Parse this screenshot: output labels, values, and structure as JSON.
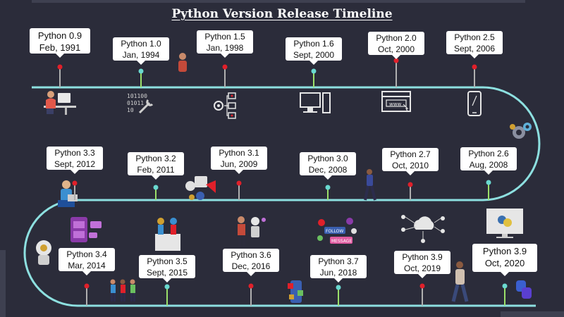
{
  "title": "Python Version Release Timeline",
  "colors": {
    "background": "#2b2c3a",
    "track": "#8de0e0",
    "marker_red": "#e0202a",
    "marker_teal": "#6ad9d0",
    "stem_green": "#9be06a",
    "stem_grey": "#b0b0b0"
  },
  "releases": [
    {
      "version": "Python 0.9",
      "date": "Feb, 1991",
      "marker": "red"
    },
    {
      "version": "Python 1.0",
      "date": "Jan, 1994",
      "marker": "teal"
    },
    {
      "version": "Python 1.5",
      "date": "Jan, 1998",
      "marker": "red"
    },
    {
      "version": "Python 1.6",
      "date": "Sept, 2000",
      "marker": "teal"
    },
    {
      "version": "Python 2.0",
      "date": "Oct, 2000",
      "marker": "red"
    },
    {
      "version": "Python 2.5",
      "date": "Sept, 2006",
      "marker": "red"
    },
    {
      "version": "Python 2.6",
      "date": "Aug, 2008",
      "marker": "teal"
    },
    {
      "version": "Python 2.7",
      "date": "Oct, 2010",
      "marker": "red"
    },
    {
      "version": "Python 3.0",
      "date": "Dec, 2008",
      "marker": "teal"
    },
    {
      "version": "Python 3.1",
      "date": "Jun, 2009",
      "marker": "red"
    },
    {
      "version": "Python 3.2",
      "date": "Feb, 2011",
      "marker": "teal"
    },
    {
      "version": "Python 3.3",
      "date": "Sept, 2012",
      "marker": "red"
    },
    {
      "version": "Python 3.4",
      "date": "Mar, 2014",
      "marker": "red"
    },
    {
      "version": "Python 3.5",
      "date": "Sept, 2015",
      "marker": "teal"
    },
    {
      "version": "Python 3.6",
      "date": "Dec, 2016",
      "marker": "red"
    },
    {
      "version": "Python 3.7",
      "date": "Jun, 2018",
      "marker": "teal"
    },
    {
      "version": "Python 3.9",
      "date": "Oct, 2019",
      "marker": "red"
    },
    {
      "version": "Python 3.9",
      "date": "Oct, 2020",
      "marker": "teal"
    }
  ],
  "icons": [
    "person-at-desk-icon",
    "binary-wrench-icon",
    "flowchart-gear-icon",
    "desktop-computer-icon",
    "browser-www-icon",
    "smartphone-icon",
    "gears-icon",
    "person-standing-icon",
    "reviews-icon",
    "person-walking-icon",
    "person-laptop-icon",
    "chat-people-icon",
    "robot-bitcoin-icon",
    "team-board-icon",
    "people-walking-icon",
    "robot-person-icon",
    "social-network-icon",
    "mobile-apps-icon",
    "cloud-network-icon",
    "walking-man-icon",
    "monitor-python-icon",
    "python-logo-icon"
  ],
  "icon_text": {
    "binary": "101100\n01011\n10",
    "www": "www",
    "follow": "FOLLOW",
    "message": "MESSAGE"
  }
}
